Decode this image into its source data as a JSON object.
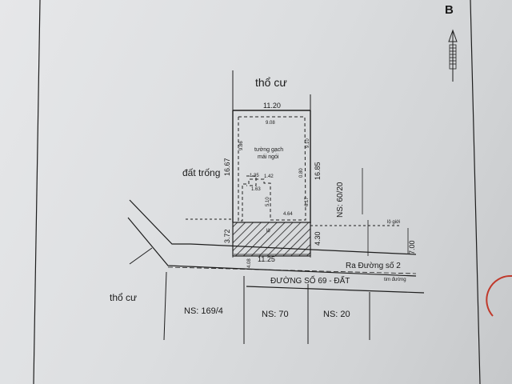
{
  "sheet_letter": "B",
  "labels": {
    "north_neighbor": "thổ cư",
    "west_neighbor": "đất trống",
    "southwest_neighbor": "thổ cư",
    "building_line_1": "tường gạch",
    "building_line_2": "mái ngói",
    "boundary_marker": "lộ giới",
    "road_out": "Ra Đường số 2",
    "road_center": "tim đường",
    "road_name": "ĐƯỜNG SỐ 69 - ĐẤT",
    "hatched_area": "lộ"
  },
  "house_numbers": {
    "east": "NS: 60/20",
    "south_1": "NS: 169/4",
    "south_2": "NS: 70",
    "south_3": "NS: 20"
  },
  "dimensions": {
    "top_width": "11.20",
    "inner_top": "9.08",
    "left_depth": "16.67",
    "right_depth": "16.85",
    "inner_left": "9.86",
    "inner_right": "9.10",
    "notch_1": "1.35",
    "notch_2": "1.42",
    "notch_3": "1.63",
    "notch_side": "0.80",
    "inner_lower_left": "5.10",
    "inner_lower_right": "6.17",
    "inner_bottom": "4.64",
    "hatch_left": "3.72",
    "hatch_right": "4.30",
    "bottom_width": "11.25",
    "below_left": "4.08",
    "road_offset": "7.00"
  }
}
